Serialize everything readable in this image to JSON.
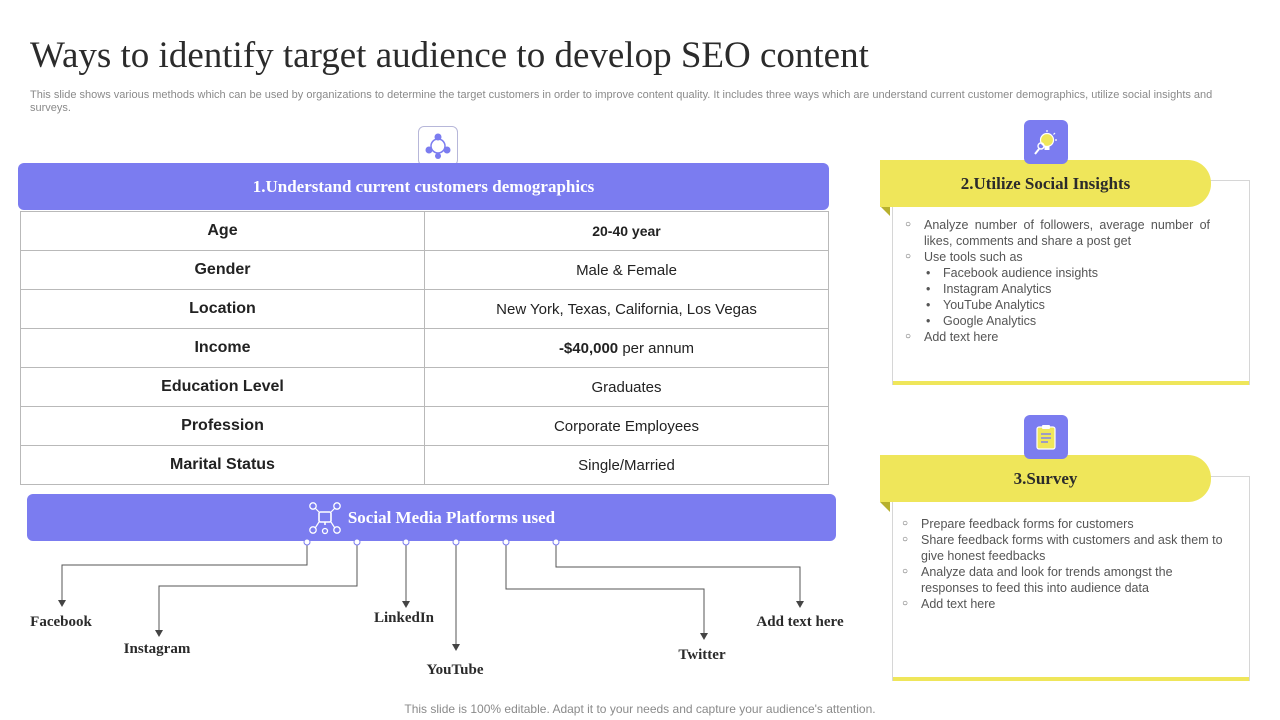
{
  "title": "Ways to identify target audience to develop SEO content",
  "subtitle": "This slide shows various methods which can be used by organizations to determine the target customers in order to improve content quality. It includes three ways which are understand current customer demographics, utilize social insights and surveys.",
  "section1": {
    "number": "1.",
    "heading": "Understand current customers demographics",
    "icon": "people-network-icon",
    "rows": [
      {
        "label": "Age",
        "value": "20-40 year"
      },
      {
        "label": "Gender",
        "value": "Male & Female"
      },
      {
        "label": "Location",
        "value": "New York, Texas, California, Los Vegas"
      },
      {
        "label": "Income",
        "value_bold": "-$40,000",
        "value_rest": " per annum"
      },
      {
        "label": "Education Level",
        "value": "Graduates"
      },
      {
        "label": "Profession",
        "value": "Corporate Employees"
      },
      {
        "label": "Marital Status",
        "value": "Single/Married"
      }
    ]
  },
  "platforms": {
    "heading": "Social Media Platforms used",
    "icon": "social-media-icon",
    "items": [
      "Facebook",
      "Instagram",
      "LinkedIn",
      "YouTube",
      "Twitter",
      "Add text here"
    ]
  },
  "section2": {
    "number": "2.",
    "heading": "Utilize Social Insights",
    "icon": "lightbulb-gear-icon",
    "items": [
      "Analyze number of followers, average number of likes, comments and share a post get",
      "Use tools such as"
    ],
    "tools": [
      "Facebook audience insights",
      "Instagram Analytics",
      "YouTube Analytics",
      "Google Analytics"
    ],
    "last": "Add text here"
  },
  "section3": {
    "number": "3.",
    "heading": "Survey",
    "icon": "clipboard-icon",
    "items": [
      "Prepare feedback forms for customers",
      "Share feedback forms with customers and ask them to give honest feedbacks",
      "Analyze data and look for trends amongst the responses to feed this into audience data",
      "Add text here"
    ]
  },
  "footer": "This slide is 100% editable. Adapt it to your needs and capture your audience's attention.",
  "colors": {
    "accent_blue": "#7b7cf0",
    "accent_yellow": "#efe65a"
  }
}
